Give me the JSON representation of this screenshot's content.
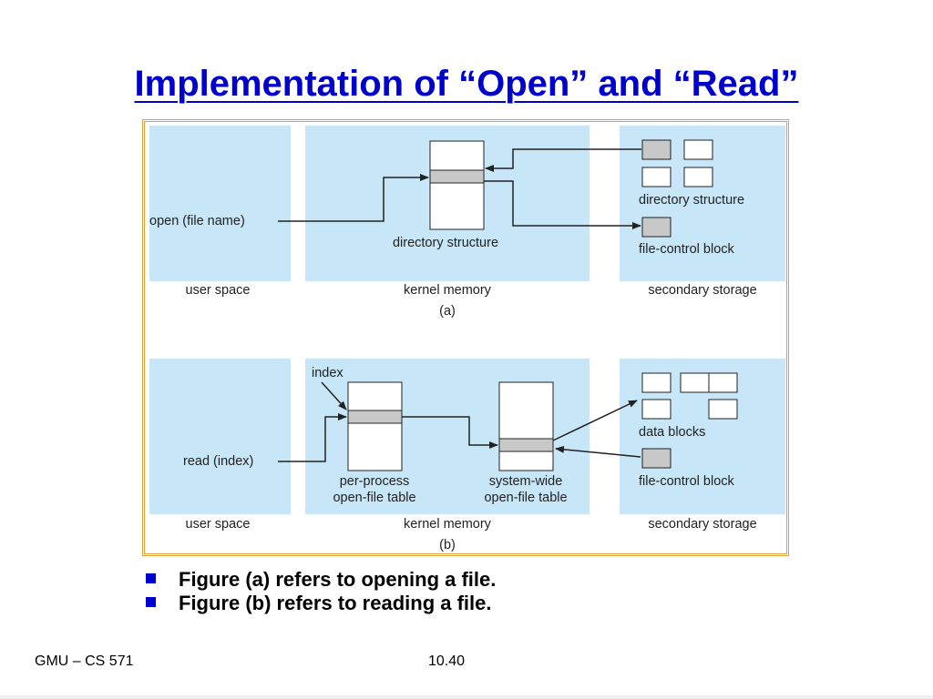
{
  "slide": {
    "title": "Implementation of “Open” and “Read”",
    "bullets": [
      "Figure (a) refers to opening a file.",
      "Figure (b) refers to reading a file."
    ],
    "footer_left": "GMU – CS 571",
    "page_number": "10.40"
  },
  "figure": {
    "colors": {
      "region_fill": "#c7e6f7",
      "highlight": "#c8c8c8",
      "frame": "#e0a040",
      "title": "#0000cc"
    },
    "a": {
      "open_call": "open (file name)",
      "kernel_label": "directory structure",
      "storage_dir_label": "directory structure",
      "storage_fcb_label": "file-control block",
      "region_labels": [
        "user space",
        "kernel memory",
        "secondary storage"
      ],
      "caption": "(a)"
    },
    "b": {
      "read_call": "read (index)",
      "index_label": "index",
      "per_process_label": [
        "per-process",
        "open-file table"
      ],
      "system_wide_label": [
        "system-wide",
        "open-file table"
      ],
      "data_blocks_label": "data blocks",
      "storage_fcb_label": "file-control block",
      "region_labels": [
        "user space",
        "kernel memory",
        "secondary storage"
      ],
      "caption": "(b)"
    }
  }
}
